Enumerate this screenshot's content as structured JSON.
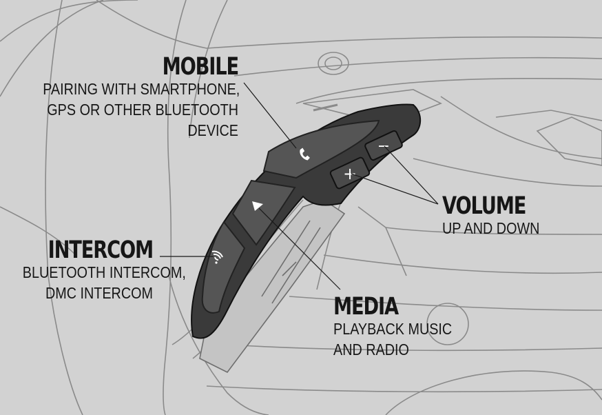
{
  "callouts": {
    "mobile": {
      "title": "MOBILE",
      "lines": [
        "PAIRING WITH SMARTPHONE,",
        "GPS OR OTHER BLUETOOTH",
        "DEVICE"
      ]
    },
    "intercom": {
      "title": "INTERCOM",
      "lines": [
        "BLUETOOTH INTERCOM,",
        "DMC INTERCOM"
      ]
    },
    "volume": {
      "title": "VOLUME",
      "lines": [
        "UP AND DOWN"
      ]
    },
    "media": {
      "title": "MEDIA",
      "lines": [
        "PLAYBACK MUSIC",
        "AND RADIO"
      ]
    }
  },
  "buttons": {
    "minus_symbol": "−",
    "plus_symbol": "+"
  },
  "icons": {
    "mobile": "phone-icon",
    "media": "play-icon",
    "intercom": "wireless-signal-icon"
  },
  "colors": {
    "background": "#d2d2d2",
    "helmet_line": "#8a8a8a",
    "remote_body": "#3a3a3a",
    "button_face": "#555555",
    "text": "#161616"
  }
}
